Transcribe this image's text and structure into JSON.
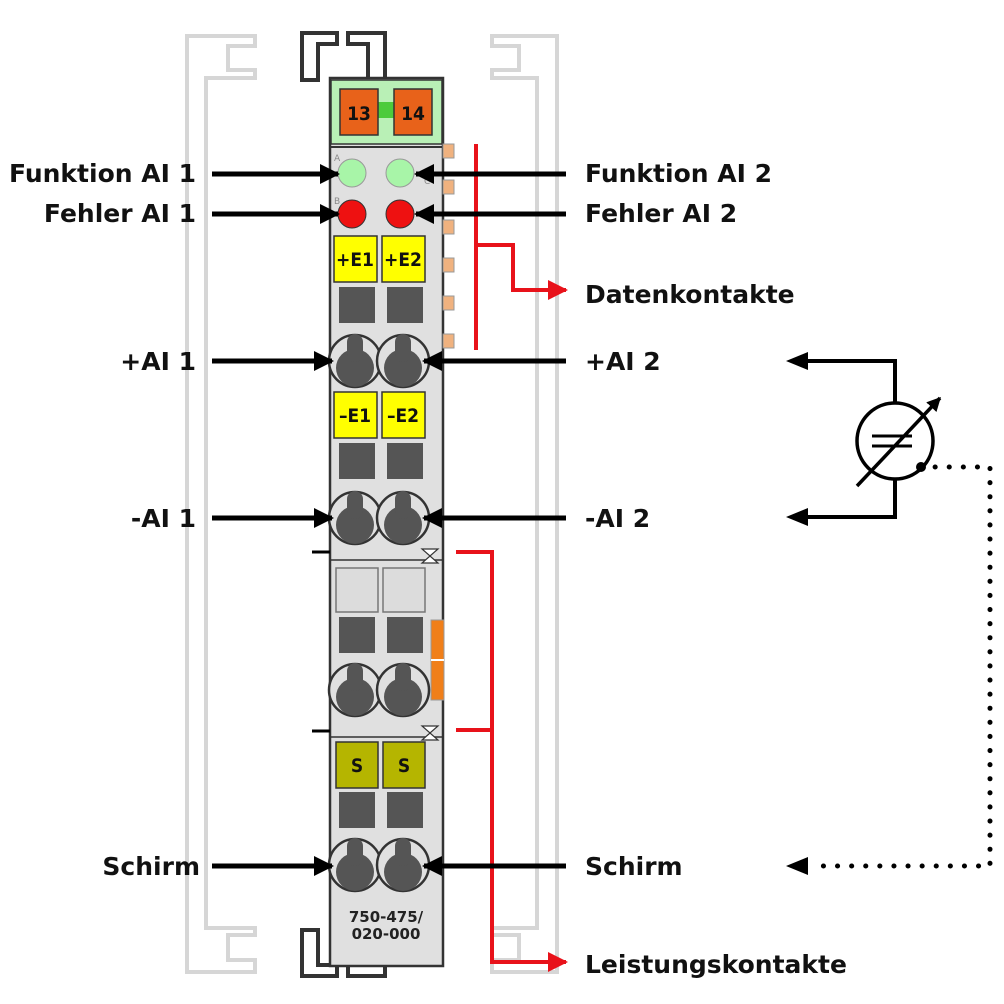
{
  "terminals": {
    "t13": "13",
    "t14": "14"
  },
  "tags": {
    "plus_e1": "+E1",
    "plus_e2": "+E2",
    "minus_e1": "–E1",
    "minus_e2": "–E2",
    "s1": "S",
    "s2": "S"
  },
  "led_letters": {
    "a": "A",
    "b": "B",
    "c": "C",
    "d": "D"
  },
  "labels_left": {
    "funktion_ai1": "Funktion AI 1",
    "fehler_ai1": "Fehler AI 1",
    "plus_ai1": "+AI 1",
    "minus_ai1": "-AI 1",
    "schirm_left": "Schirm"
  },
  "labels_right": {
    "funktion_ai2": "Funktion AI 2",
    "fehler_ai2": "Fehler AI 2",
    "datenkontakte": "Datenkontakte",
    "plus_ai2": "+AI 2",
    "minus_ai2": "-AI 2",
    "schirm_right": "Schirm",
    "leistungskontakte": "Leistungskontakte"
  },
  "part_number": {
    "line1": "750-475/",
    "line2": "020-000"
  },
  "colors": {
    "module_body": "#e0e0e0",
    "housing_outline": "#d9d9d9",
    "top_band": "#b9f0b6",
    "terminal_orange": "#e8621a",
    "led_green": "#a8f5a8",
    "led_red": "#ee1111",
    "tag_yellow": "#ffff00",
    "tag_olive": "#b5b500",
    "contact_grey": "#555555",
    "data_contact": "#f0b27f",
    "power_contact": "#f07f1a",
    "bracket_red": "#e8121a",
    "arrow_black": "#000000"
  }
}
